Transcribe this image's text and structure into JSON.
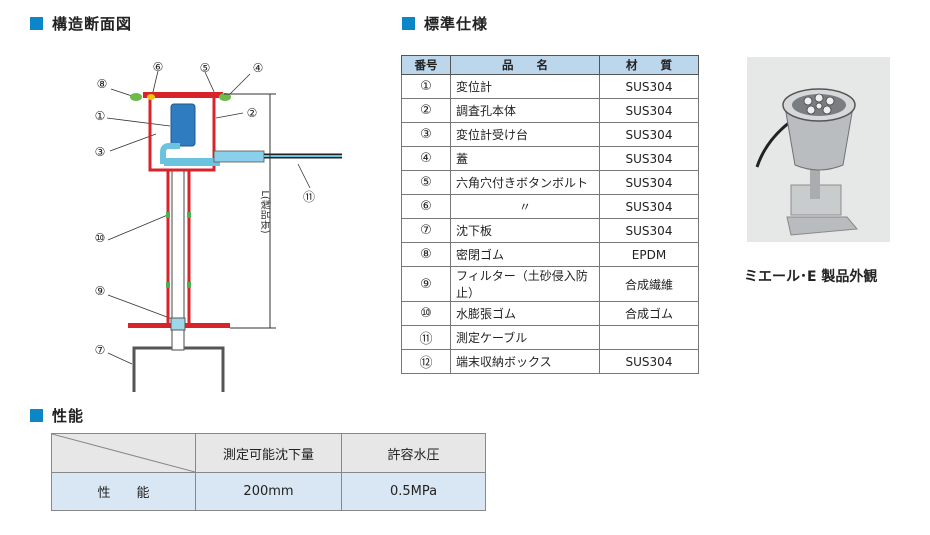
{
  "sections": {
    "structure": "構造断面図",
    "spec": "標準仕様",
    "performance": "性能"
  },
  "colors": {
    "accent": "#0b86c8",
    "diagram_red": "#d9232b",
    "spec_header": "#bcd6ec",
    "row_blue": "#d9e6f3"
  },
  "diagram": {
    "callouts": [
      "①",
      "②",
      "③",
      "④",
      "⑤",
      "⑥",
      "⑦",
      "⑧",
      "⑨",
      "⑩",
      "⑪"
    ],
    "length_label": "L(製品長)"
  },
  "spec_table": {
    "headers": [
      "番号",
      "品　　名",
      "材　　質"
    ],
    "rows": [
      {
        "no": "①",
        "name": "変位計",
        "material": "SUS304"
      },
      {
        "no": "②",
        "name": "調査孔本体",
        "material": "SUS304"
      },
      {
        "no": "③",
        "name": "変位計受け台",
        "material": "SUS304"
      },
      {
        "no": "④",
        "name": "蓋",
        "material": "SUS304"
      },
      {
        "no": "⑤",
        "name": "六角穴付きボタンボルト",
        "material": "SUS304"
      },
      {
        "no": "⑥",
        "name": "〃",
        "material": "SUS304"
      },
      {
        "no": "⑦",
        "name": "沈下板",
        "material": "SUS304"
      },
      {
        "no": "⑧",
        "name": "密閉ゴム",
        "material": "EPDM"
      },
      {
        "no": "⑨",
        "name": "フィルター（土砂侵入防止）",
        "material": "合成繊維"
      },
      {
        "no": "⑩",
        "name": "水膨張ゴム",
        "material": "合成ゴム"
      },
      {
        "no": "⑪",
        "name": "測定ケーブル",
        "material": ""
      },
      {
        "no": "⑫",
        "name": "端末収納ボックス",
        "material": "SUS304"
      }
    ]
  },
  "photo": {
    "caption": "ミエール･E 製品外観"
  },
  "performance_table": {
    "headers": [
      "測定可能沈下量",
      "許容水圧"
    ],
    "row_label": "性　　能",
    "values": [
      "200mm",
      "0.5MPa"
    ]
  }
}
